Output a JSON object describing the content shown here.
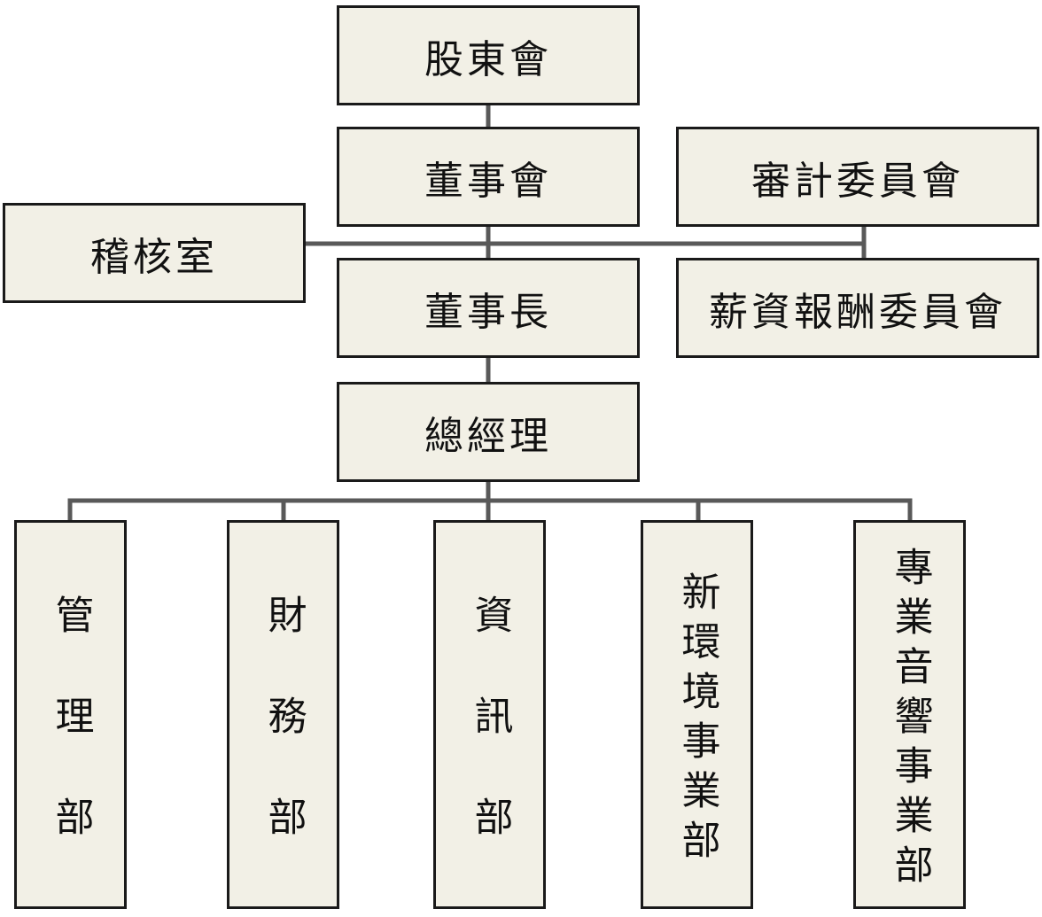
{
  "colors": {
    "box_fill": "#f2f0e6",
    "box_border": "#1a1a1a",
    "connector": "#595959",
    "text": "#111111"
  },
  "org": {
    "shareholders": "股東會",
    "board": "董事會",
    "audit_committee": "審計委員會",
    "internal_audit": "稽核室",
    "chairman": "董事長",
    "compensation_committee": "薪資報酬委員會",
    "general_manager": "總經理",
    "departments": [
      "管理部",
      "財務部",
      "資訊部",
      "新環境事業部",
      "專業音響事業部"
    ]
  }
}
